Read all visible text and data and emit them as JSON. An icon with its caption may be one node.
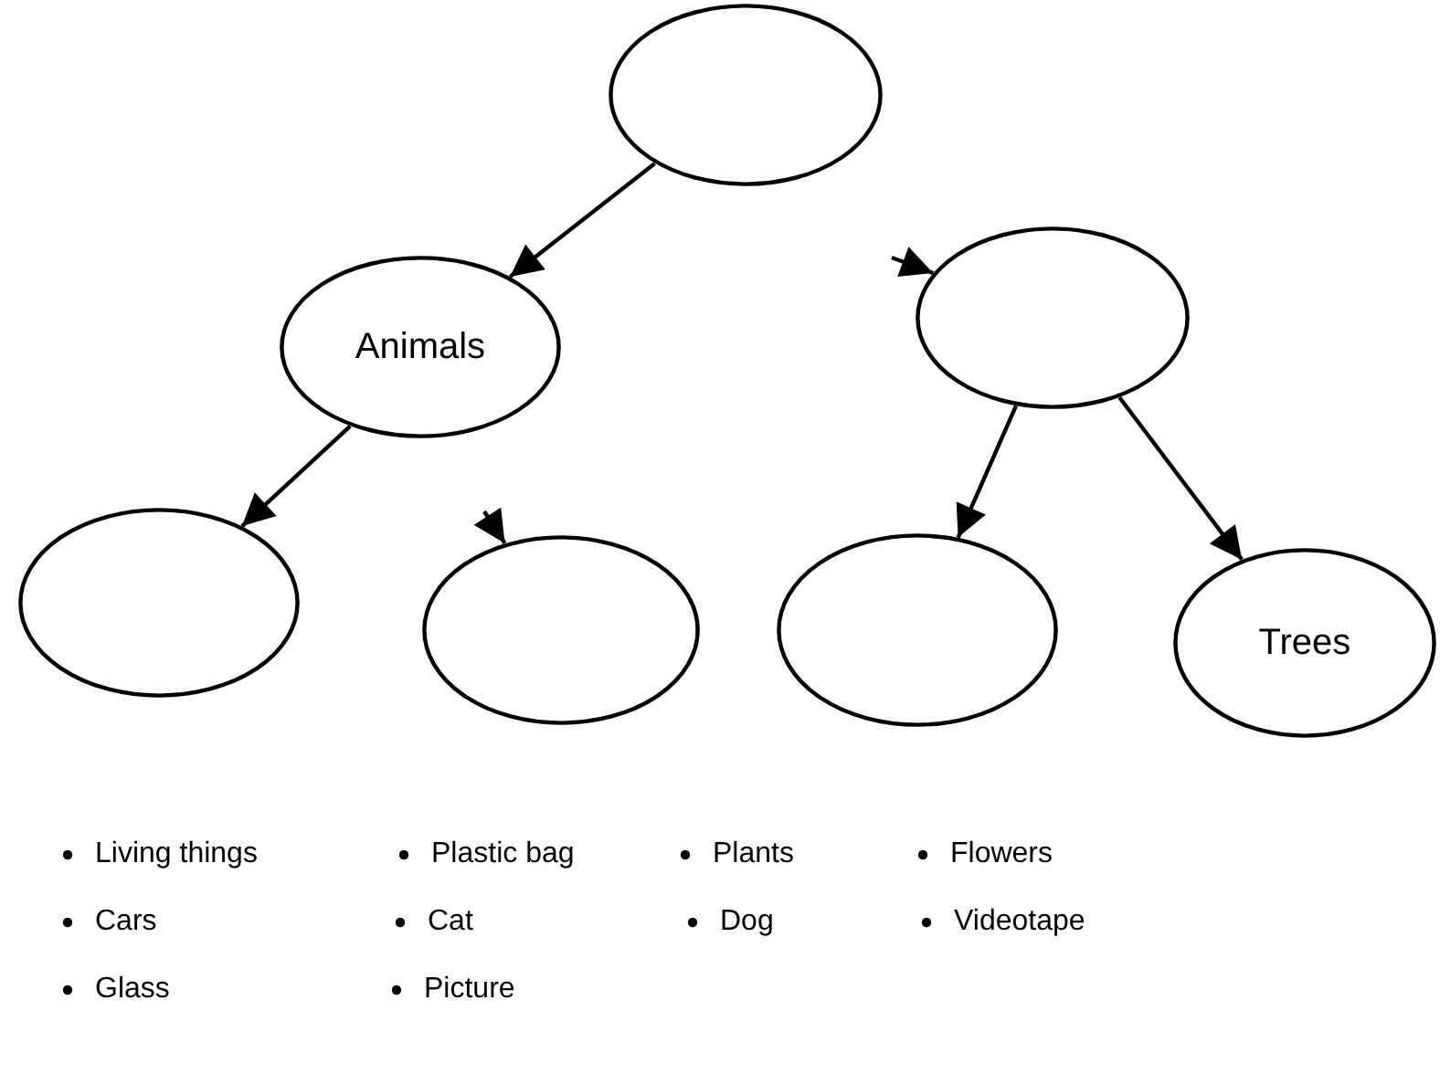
{
  "diagram": {
    "nodes": [
      {
        "text": [],
        "shape": "circle"
      },
      {
        "text": [
          "Animals"
        ]
      },
      {
        "text": [],
        "shape": "circle"
      },
      {
        "text": [],
        "shape": "circle"
      },
      {
        "text": [],
        "shape": "circle"
      },
      {
        "text": [],
        "shape": "circle"
      },
      {
        "text": [
          "Trees"
        ]
      }
    ],
    "edges": [
      {
        "from": 0,
        "to": 1,
        "arrow": "to"
      },
      {
        "from": null,
        "to": 2,
        "arrow": "to"
      },
      {
        "from": 1,
        "to": 3,
        "arrow": "to"
      },
      {
        "from": null,
        "to": 4,
        "arrow": "to"
      },
      {
        "from": 2,
        "to": 5,
        "arrow": "to"
      },
      {
        "from": 2,
        "to": 6,
        "arrow": "to"
      }
    ],
    "labels": [
      "Living things",
      "Plastic bag",
      "Plants",
      "Flowers",
      "Cars",
      "Cat",
      "Dog",
      "Videotape",
      "Glass",
      "Picture"
    ]
  }
}
